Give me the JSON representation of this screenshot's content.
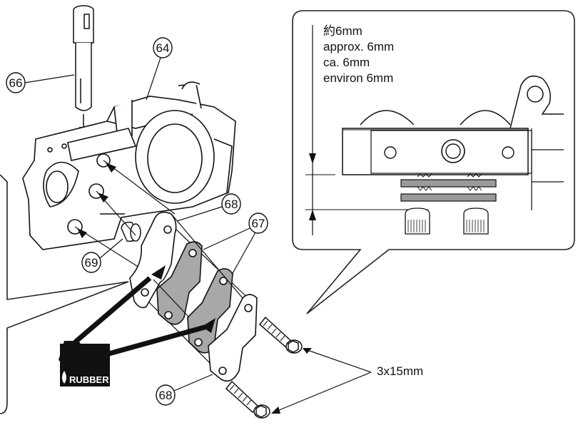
{
  "callout": {
    "lines": [
      "約6mm",
      "approx. 6mm",
      "ca. 6mm",
      "environ 6mm"
    ]
  },
  "parts": {
    "p64": "64",
    "p66": "66",
    "p67": "67",
    "p68_top": "68",
    "p68_bottom": "68",
    "p69": "69"
  },
  "screw_size": "3x15mm",
  "rubber_label": "RUBBER",
  "colors": {
    "line": "#111111",
    "gasket_fill": "#a8a8a8",
    "gasket_dark": "#555555",
    "callout_border": "#222222"
  }
}
